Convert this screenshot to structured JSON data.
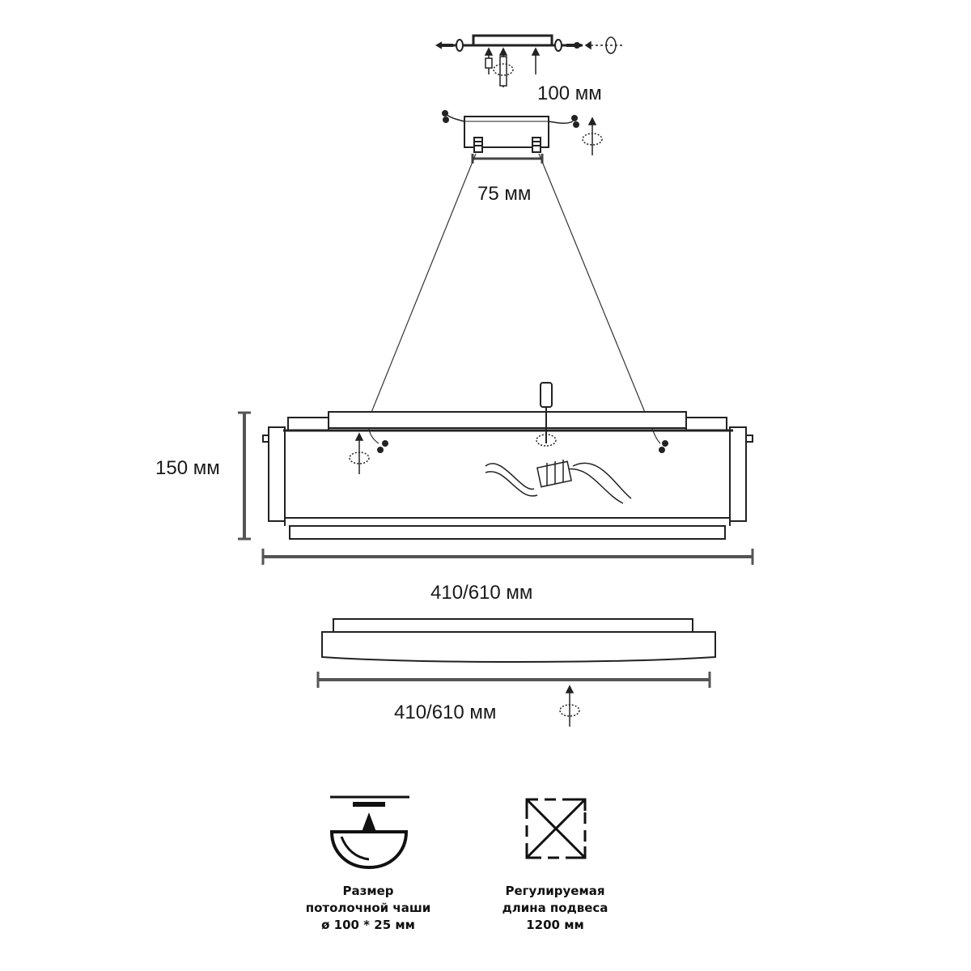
{
  "dimensions": {
    "canopy_plate_width": "100 мм",
    "canopy_mount_width": "75 мм",
    "height": "150 мм",
    "length_front": "410/610 мм",
    "length_bottom": "410/610 мм"
  },
  "legend": [
    {
      "icon": "ceiling-cup-icon",
      "lines": [
        "Размер",
        "потолочной чаши",
        "ø 100 * 25 мм"
      ]
    },
    {
      "icon": "adjustable-length-icon",
      "lines": [
        "Регулируемая",
        "длина подвеса",
        "1200 мм"
      ]
    }
  ]
}
